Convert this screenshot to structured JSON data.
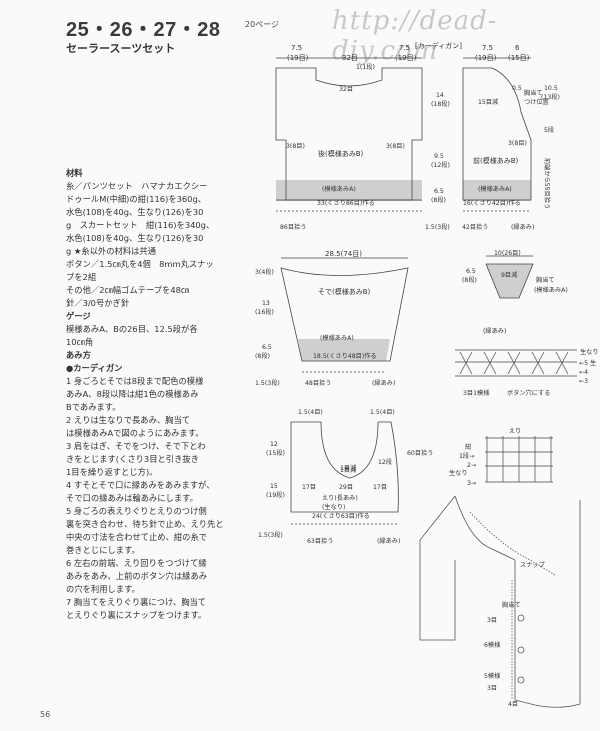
{
  "header": {
    "numbers": "25・26・27・28",
    "page_ref": "20ページ",
    "watermark": "http://dead-diy.com",
    "subtitle": "セーラースーツセット"
  },
  "left_column": {
    "materials_heading": "材料",
    "materials_lines": [
      "糸／パンツセット　ハマナカエクシー",
      "ドゥールM(中細)の紺(116)を360g、",
      "水色(108)を40g、生なり(126)を30",
      "g　スカートセット　紺(116)を340g、",
      "水色(108)を40g、生なり(126)を30",
      "g ★糸以外の材料は共通",
      "ボタン／1.5㎝丸を4個　8mm丸スナッ",
      "プを2組",
      "その他／2㎝幅ゴムテープを48㎝",
      "針／3/0号かぎ針"
    ],
    "gauge_heading": "ゲージ",
    "gauge_lines": [
      "模様あみA、Bの26目、12.5段が各",
      "10㎝角"
    ],
    "method_heading": "あみ方",
    "method_sub": "●カーディガン",
    "method_lines": [
      "1 身ごろとそでは8段まで配色の模様",
      "あみA、8段以降は紺1色の模様あみ",
      "Bであみます。",
      "2 えりは生なりで長あみ、胸当て",
      "は模様あみAで図のようにあみます。",
      "3 肩をはぎ、そでをつけ、そで下とわ",
      "きをとじます(くさり3目と引き抜き",
      "1目を繰り返すとじ方)。",
      "4 すそとそで口に縁あみをあみますが、",
      "そで口の縁あみは輪あみにします。",
      "5 身ごろの表えりぐりとえりのつけ側",
      "裏を突き合わせ、待ち針で止め、えり先と",
      "中央の寸法を合わせて止め、紺の糸で",
      "巻きとじにします。",
      "6 左右の前端、えり回りをつづけて縁",
      "あみをあみ、上前のボタン穴は縁あみ",
      "の穴を利用します。",
      "7 胸当てをえりぐり裏につけ、胸当て",
      "とえりぐり裏にスナップをつけます。"
    ]
  },
  "page_number": "56",
  "diagrams": {
    "back": {
      "dims_top": [
        "7.5",
        "(19目)",
        "32目",
        "7.5",
        "(19目)"
      ],
      "neck": [
        "1(1段)",
        "32目"
      ],
      "side_left": [
        "3(8目)"
      ],
      "side_right": [
        "3(8目)"
      ],
      "label": "後(模様あみB)",
      "band_label": "(模様あみA)",
      "bottom_label": "33(くさり86目)作る",
      "bottom_pick": "86目拾う",
      "right_dims": [
        "14",
        "(18段)",
        "9.5",
        "(12段)",
        "6.5",
        "(8段)"
      ],
      "edge_left": "1.5(3段)",
      "edge_right": "(縁あみ)"
    },
    "cardigan_label": "[カーディガン]",
    "front": {
      "top_dims": [
        "7.5",
        "(19目)",
        "6",
        "(15目)"
      ],
      "right_dims": [
        "10.5",
        "(13段)",
        "5段"
      ],
      "labels": [
        "胸当て",
        "つけ位置",
        "15目減",
        "0.5",
        "3(8目)",
        "前(模様あみB)",
        "(模様あみA)"
      ],
      "side_note": "前端から55目拾う",
      "bottom_label": "16(くさり42目)作る",
      "bottom_pick": "42目拾う",
      "edge_left": "1.5(3段)",
      "edge_right": "(縁あみ)"
    },
    "sleeve": {
      "top": "28.5(74目)",
      "left_dims": [
        "3(4段)",
        "13",
        "(16段)",
        "6.5",
        "(8段)"
      ],
      "label": "そで(模様あみB)",
      "band_label": "(模様あみA)",
      "bottom_label": "18.5(くさり48目)作る",
      "bottom_pick": "48目拾う",
      "edge_left": "1.5(3段)",
      "edge_right": "(縁あみ)"
    },
    "bib": {
      "top": "10(26目)",
      "labels": [
        "6.5",
        "(8段)",
        "9目減",
        "胸当て",
        "(模様あみA)"
      ]
    },
    "edging": {
      "title": "(縁あみ)",
      "labels": [
        "3目1模様",
        "ボタン穴にする",
        "生なり"
      ]
    },
    "collar": {
      "top_dims": [
        "1.5(4目)",
        "1.5(4目)"
      ],
      "left_dims": [
        "12",
        "(15段)",
        "15",
        "(19段)"
      ],
      "labels": [
        "1目減",
        "1目減",
        "12段",
        "えり(長あみ)",
        "(生なり)",
        "17目",
        "29目",
        "17目",
        "60目拾う",
        "24(くさり63目)作る",
        "63目拾う"
      ],
      "edge_left": "1.5(3段)",
      "edge_right": "(縁あみ)"
    },
    "collar_stitch": {
      "title": "えり",
      "labels": [
        "紺",
        "1段→",
        "2→",
        "生なり",
        "3→"
      ]
    },
    "finished": {
      "labels": [
        "スナップ",
        "胸当て",
        "3目",
        "6模様",
        "5模様",
        "3目",
        "4目"
      ]
    },
    "edging_right_labels": [
      "←5",
      "生",
      "←4",
      "←3"
    ]
  }
}
